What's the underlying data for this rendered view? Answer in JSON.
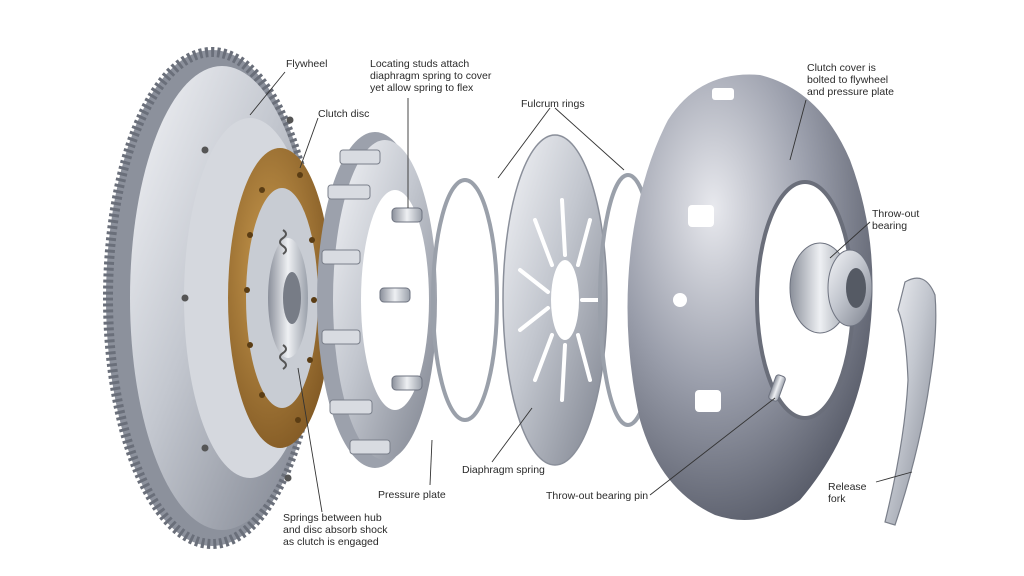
{
  "labels": {
    "flywheel": "Flywheel",
    "clutch_disc": "Clutch disc",
    "locating_studs": "Locating studs attach\ndiaphragm spring to cover\nyet allow spring to flex",
    "fulcrum_rings": "Fulcrum rings",
    "clutch_cover": "Clutch cover is\nbolted to flywheel\nand pressure plate",
    "throwout_bearing": "Throw-out\nbearing",
    "diaphragm_spring": "Diaphragm spring",
    "pressure_plate": "Pressure plate",
    "throwout_bearing_pin": "Throw-out bearing pin",
    "release_fork": "Release\nfork",
    "springs_hub": "Springs between hub\nand disc absorb shock\nas clutch is engaged"
  },
  "colors": {
    "metal_light": "#e6e8ec",
    "metal_mid": "#b9bdc6",
    "metal_dark": "#6e7380",
    "friction": "#a77a35",
    "leader": "#333333"
  }
}
